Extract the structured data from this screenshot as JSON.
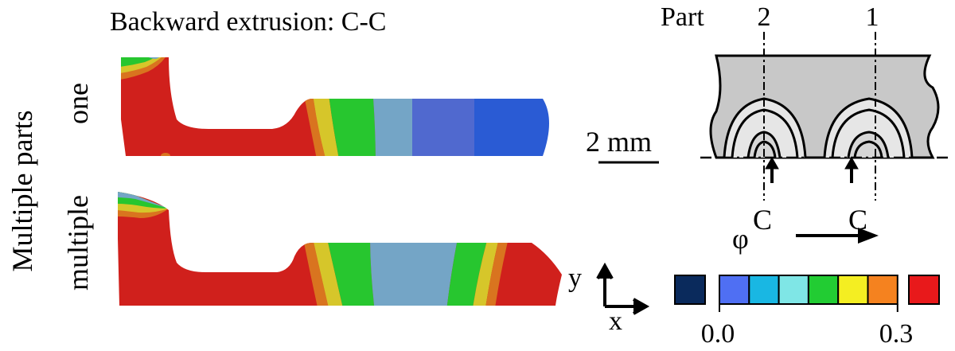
{
  "title": "Backward extrusion: C-C",
  "row_group_label": "Multiple parts",
  "rows": [
    {
      "label": "one"
    },
    {
      "label": "multiple"
    }
  ],
  "axes": {
    "x": "x",
    "y": "y"
  },
  "schematic": {
    "part_label": "Part",
    "part_numbers": [
      "2",
      "1"
    ],
    "section_markers": [
      "C",
      "C"
    ],
    "scale_bar": "2 mm",
    "direction_symbol": "φ"
  },
  "legend": {
    "min_label": "0.0",
    "max_label": "0.3",
    "under_color": "#0a2a5c",
    "over_color": "#e8191b",
    "colors": [
      "#4f6ff3",
      "#19b7e3",
      "#7fe6e6",
      "#22cc33",
      "#f4ee22",
      "#f5821f"
    ]
  },
  "palette": {
    "red": "#d0201c",
    "orange": "#d9741f",
    "yellow": "#d6c62a",
    "green": "#27c62f",
    "steel": "#74a5c6",
    "blue1": "#5069cf",
    "blue2": "#2a5bd4",
    "part_fill": "#c8c8c8"
  }
}
